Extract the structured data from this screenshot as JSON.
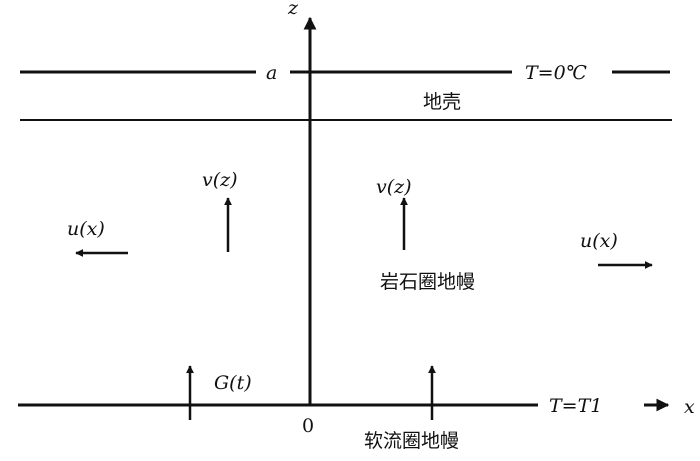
{
  "diagram": {
    "z_axis_label": "z",
    "x_axis_label": "x",
    "origin_label": "0",
    "top_boundary_label": "a",
    "surface_temperature": "T=0℃",
    "bottom_temperature": "T=T1",
    "crust_label": "地壳",
    "lithosphere_label": "岩石圈地幔",
    "asthenosphere_label": "软流圈地幔",
    "velocity_v_left": "v(z)",
    "velocity_v_right": "v(z)",
    "velocity_u_left": "u(x)",
    "velocity_u_right": "u(x)",
    "heat_flux_label": "G(t)"
  },
  "colors": {
    "ink": "#111111",
    "background": "#ffffff"
  }
}
